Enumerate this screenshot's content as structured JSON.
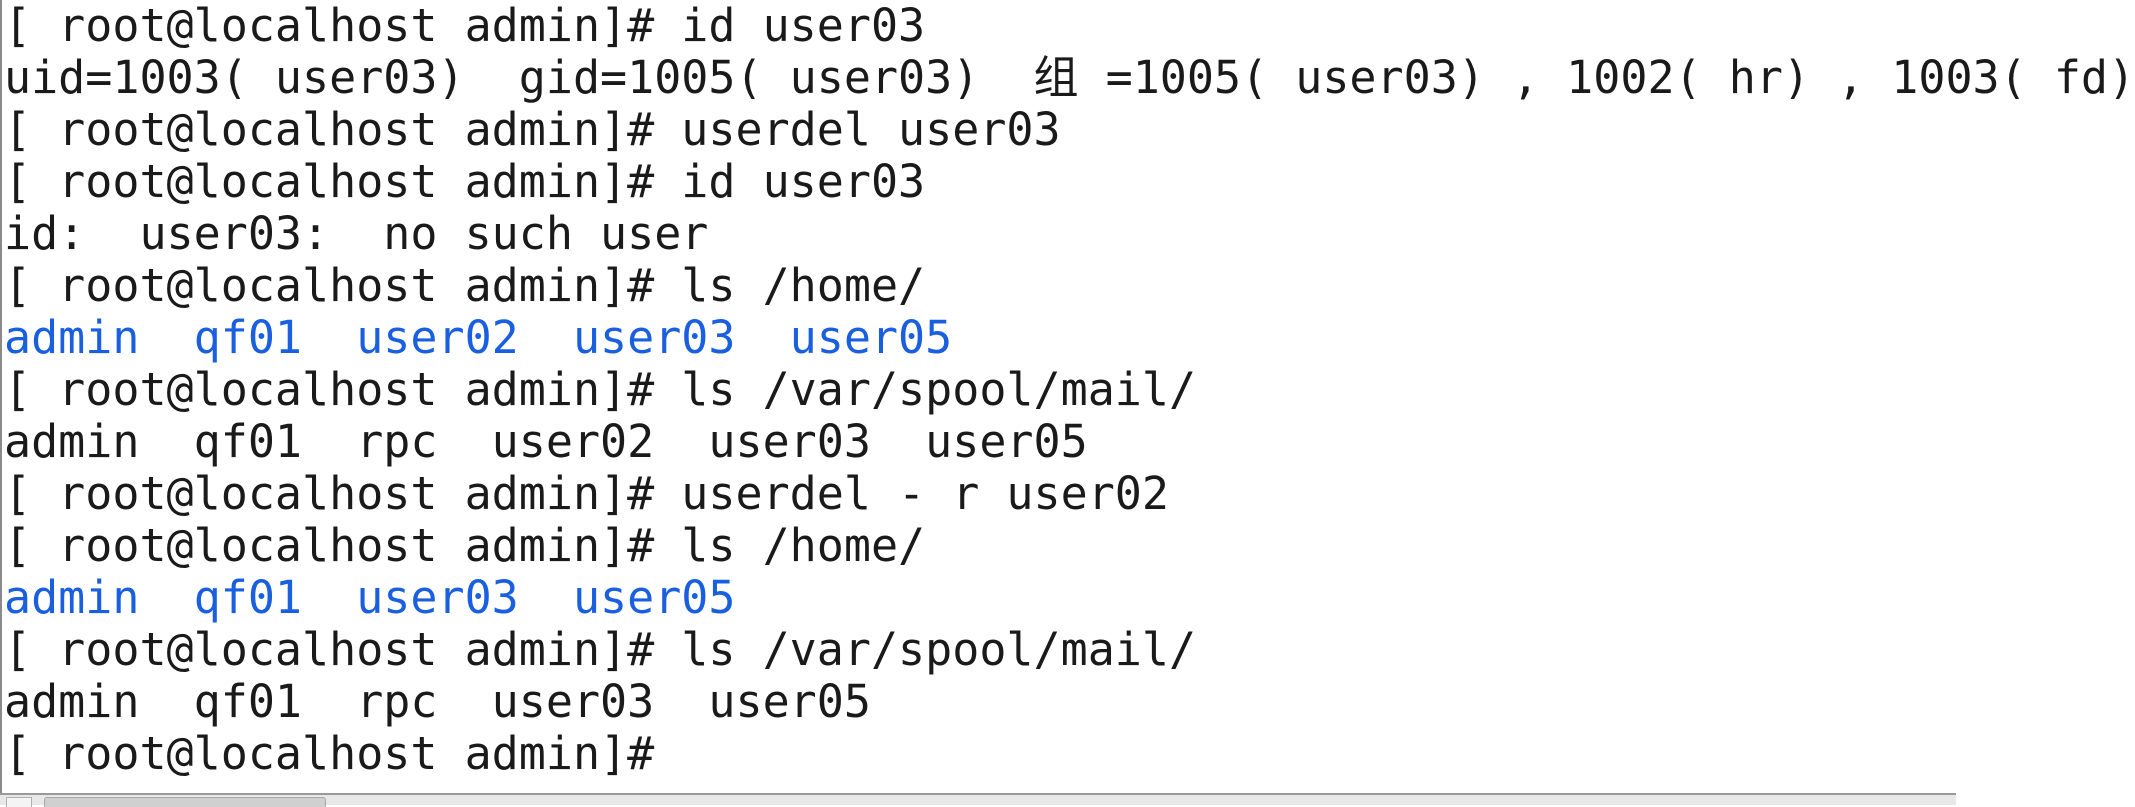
{
  "terminal": {
    "lines": [
      {
        "text": "[ root@localhost admin]# id user03",
        "color": "default"
      },
      {
        "text": "uid=1003( user03)  gid=1005( user03)  组 =1005( user03) , 1002( hr) , 1003( fd)",
        "color": "default"
      },
      {
        "text": "[ root@localhost admin]# userdel user03",
        "color": "default"
      },
      {
        "text": "[ root@localhost admin]# id user03",
        "color": "default"
      },
      {
        "text": "id:  user03:  no such user",
        "color": "default"
      },
      {
        "text": "[ root@localhost admin]# ls /home/",
        "color": "default"
      },
      {
        "text": "admin  qf01  user02  user03  user05",
        "color": "blue"
      },
      {
        "text": "[ root@localhost admin]# ls /var/spool/mail/",
        "color": "default"
      },
      {
        "text": "admin  qf01  rpc  user02  user03  user05",
        "color": "default"
      },
      {
        "text": "[ root@localhost admin]# userdel - r user02",
        "color": "default"
      },
      {
        "text": "[ root@localhost admin]# ls /home/",
        "color": "default"
      },
      {
        "text": "admin  qf01  user03  user05",
        "color": "blue"
      },
      {
        "text": "[ root@localhost admin]# ls /var/spool/mail/",
        "color": "default"
      },
      {
        "text": "admin  qf01  rpc  user03  user05",
        "color": "default"
      },
      {
        "text": "[ root@localhost admin]#",
        "color": "default"
      }
    ]
  },
  "colors": {
    "text_default": "#1a1a1a",
    "text_directory": "#1a5fe0",
    "background": "#ffffff"
  }
}
